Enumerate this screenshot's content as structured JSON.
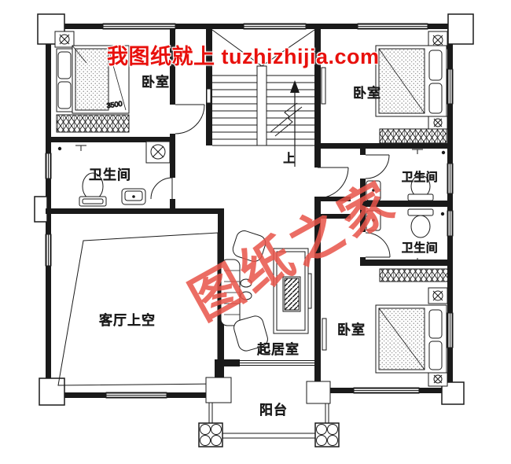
{
  "watermarks": {
    "top_banner": "我图纸就上 tuzhizhijia.com",
    "diagonal": "图纸之家"
  },
  "rooms": {
    "bedroom_top_left": {
      "label": "卧室"
    },
    "bedroom_top_right": {
      "label": "卧室"
    },
    "bedroom_bottom_right": {
      "label": "卧室"
    },
    "bathroom_left": {
      "label": "卫生间"
    },
    "bathroom_right_upper": {
      "label": "卫生间"
    },
    "bathroom_right_lower": {
      "label": "卫生间"
    },
    "living_room_void": {
      "label": "客厅上空"
    },
    "family_room": {
      "label": "起居室"
    },
    "balcony": {
      "label": "阳台"
    }
  },
  "stairs": {
    "direction_label": "上"
  },
  "annotations": {
    "bed_width": "3500"
  },
  "colors": {
    "line": "#1a1a1a",
    "background": "#ffffff",
    "watermark_top_red": "#e8100c",
    "watermark_diagonal_red": "#e85449"
  }
}
